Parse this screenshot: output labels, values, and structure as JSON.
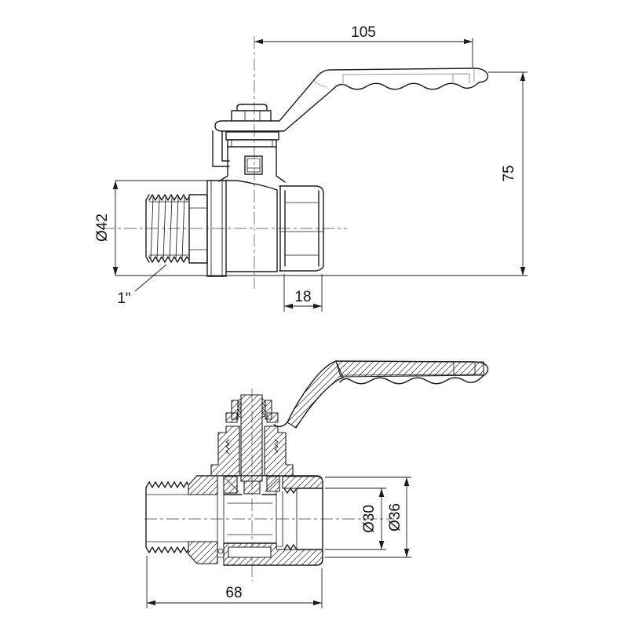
{
  "drawing": {
    "type": "technical-drawing",
    "subject": "ball valve with lever handle, two views",
    "colors": {
      "background": "#ffffff",
      "line": "#1c1c1c",
      "centerline": "#6b6b6b",
      "hatch": "#2a2a2a"
    }
  },
  "dimensions": {
    "handle_length": "105",
    "total_height": "75",
    "flange_diameter": "Ø42",
    "thread_size": "1\"",
    "coupling_length": "18",
    "body_length": "68",
    "bore_diameter": "Ø30",
    "outlet_diameter": "Ø36"
  }
}
